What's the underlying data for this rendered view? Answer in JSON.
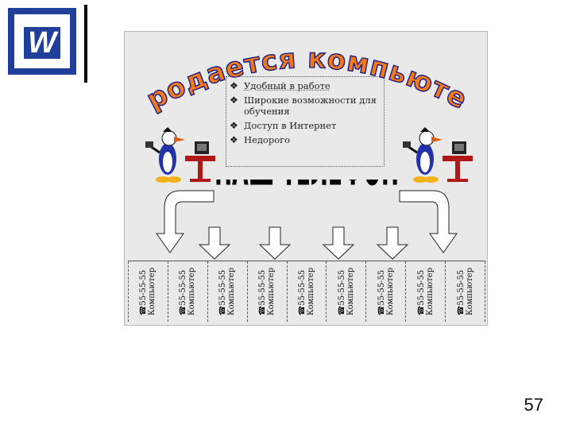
{
  "logo": {
    "letter": "W"
  },
  "flyer": {
    "headline": "продается компьютер",
    "bullets": [
      "Удобный в работе",
      "Широкие возможности для обучения",
      "Доступ в Интернет",
      "Недорого"
    ],
    "phone_heading": "НАШ ТЕЛЕФОН",
    "tabs": [
      {
        "phone": "55-55-55",
        "label": "Компьютер"
      },
      {
        "phone": "55-55-55",
        "label": "Компьютер"
      },
      {
        "phone": "55-55-55",
        "label": "Компьютер"
      },
      {
        "phone": "55-55-55",
        "label": "Компьютер"
      },
      {
        "phone": "55-55-55",
        "label": "Компьютер"
      },
      {
        "phone": "55-55-55",
        "label": "Компьютер"
      },
      {
        "phone": "55-55-55",
        "label": "Компьютер"
      },
      {
        "phone": "55-55-55",
        "label": "Компьютер"
      },
      {
        "phone": "55-55-55",
        "label": "Компьютер"
      }
    ]
  },
  "page_number": "57",
  "icons": {
    "bullet": "diamond-cluster-icon",
    "tab_phone": "phone-icon"
  },
  "colors": {
    "logo_blue": "#1f3f9a",
    "title_orange": "#f07a1a",
    "title_outline": "#1a1a8a",
    "flyer_bg": "#e9e9e9"
  }
}
